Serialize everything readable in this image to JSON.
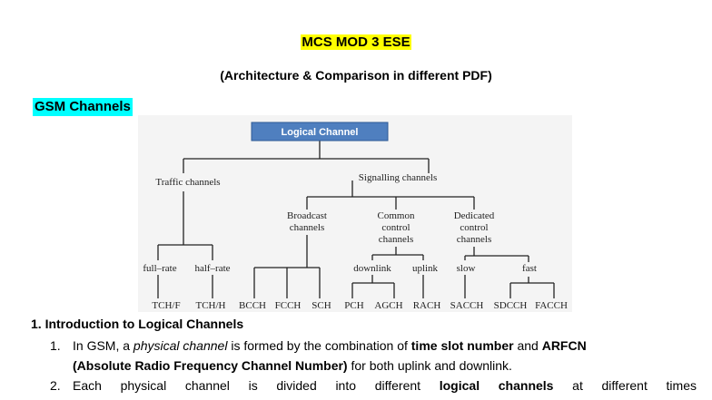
{
  "doc": {
    "title": "MCS MOD 3 ESE",
    "subtitle": "(Architecture & Comparison in different PDF)",
    "section": "GSM Channels"
  },
  "diagram": {
    "root": "Logical Channel",
    "traffic": "Traffic channels",
    "signalling": "Signalling channels",
    "broadcast": [
      "Broadcast",
      "channels"
    ],
    "common": [
      "Common",
      "control",
      "channels"
    ],
    "dedicated": [
      "Dedicated",
      "control",
      "channels"
    ],
    "full_rate": "full–rate",
    "half_rate": "half–rate",
    "downlink": "downlink",
    "uplink": "uplink",
    "slow": "slow",
    "fast": "fast",
    "leaves": [
      "TCH/F",
      "TCH/H",
      "BCCH",
      "FCCH",
      "SCH",
      "PCH",
      "AGCH",
      "RACH",
      "SACCH",
      "SDCCH",
      "FACCH"
    ],
    "colors": {
      "root_fill": "#4f7fbf",
      "root_stroke": "#2e5a94",
      "lines": "#222222"
    }
  },
  "intro": {
    "heading": "1. Introduction to Logical Channels",
    "item1": {
      "num": "1.",
      "t1": "In GSM, a ",
      "t2": "physical channel",
      "t3": " is formed by the combination of ",
      "t4": "time slot number",
      "t5": " and ",
      "t6": "ARFCN",
      "t7": "(Absolute Radio Frequency Channel Number)",
      "t8": " for both uplink and downlink."
    },
    "item2": {
      "num": "2.",
      "t1": "Each physical channel is divided into different ",
      "t2": "logical channels",
      "t3": " at different times"
    }
  }
}
